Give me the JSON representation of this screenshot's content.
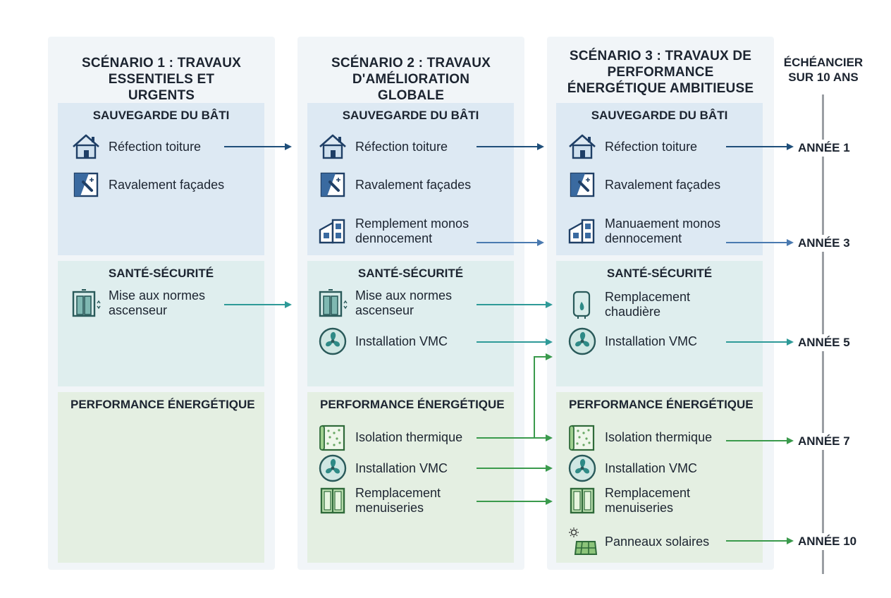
{
  "columns": [
    {
      "title": "SCÉNARIO 1 : TRAVAUX ESSENTIELS ET URGENTS"
    },
    {
      "title": "SCÉNARIO 2 : TRAVAUX D'AMÉLIORATION GLOBALE"
    },
    {
      "title": "SCÉNARIO 3 : TRAVAUX DE PERFORMANCE ÉNERGÉTIQUE AMBITIEUSE"
    }
  ],
  "sections": {
    "bati": "SAUVEGARDE DU BÂTI",
    "sante": "SANTÉ-SÉCURITÉ",
    "perf": "PERFORMANCE ÉNERGÉTIQUE"
  },
  "items": {
    "s1_toiture": "Réfection toiture",
    "s1_facades": "Ravalement façades",
    "s1_ascenseur": "Mise aux normes ascenseur",
    "s2_toiture": "Réfection toiture",
    "s2_facades": "Ravalement façades",
    "s2_monos": "Remplement monos dennocement",
    "s2_ascenseur": "Mise aux normes ascenseur",
    "s2_vmc": "Installation VMC",
    "s2_isolation": "Isolation thermique",
    "s2_vmc2": "Installation VMC",
    "s2_menuiseries": "Remplacement menuiseries",
    "s3_toiture": "Réfection toiture",
    "s3_facades": "Ravalement façades",
    "s3_monos": "Manuaement monos dennocement",
    "s3_chaudiere": "Remplacement chaudière",
    "s3_vmc": "Installation VMC",
    "s3_isolation": "Isolation thermique",
    "s3_vmc2": "Installation VMC",
    "s3_menuiseries": "Remplacement menuiseries",
    "s3_solaires": "Panneaux solaires"
  },
  "timeline": {
    "title": "ÉCHÉANCIER SUR 10 ANS",
    "years": [
      "ANNÉE 1",
      "ANNÉE 3",
      "ANNÉE 5",
      "ANNÉE 7",
      "ANNÉE 10"
    ]
  },
  "colors": {
    "blue_arrow": "#1f4f7a",
    "teal_arrow": "#2e9a98",
    "green_arrow": "#3a9a4c"
  }
}
